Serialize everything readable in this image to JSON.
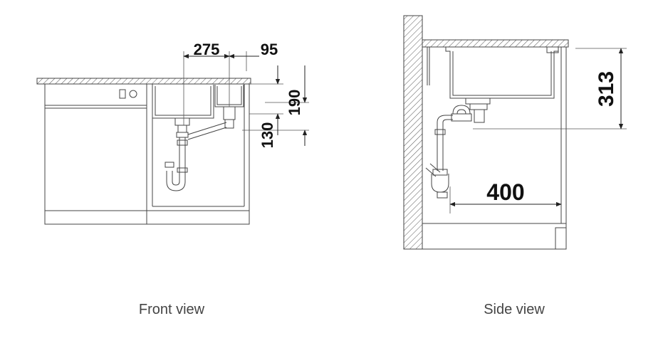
{
  "front_view": {
    "caption": "Front view",
    "dimensions": {
      "d275": "275",
      "d95": "95",
      "d190": "190",
      "d130": "130"
    }
  },
  "side_view": {
    "caption": "Side view",
    "dimensions": {
      "d313": "313",
      "d400": "400"
    }
  },
  "colors": {
    "line": "#444444",
    "dim_text": "#111111",
    "caption": "#444444"
  }
}
